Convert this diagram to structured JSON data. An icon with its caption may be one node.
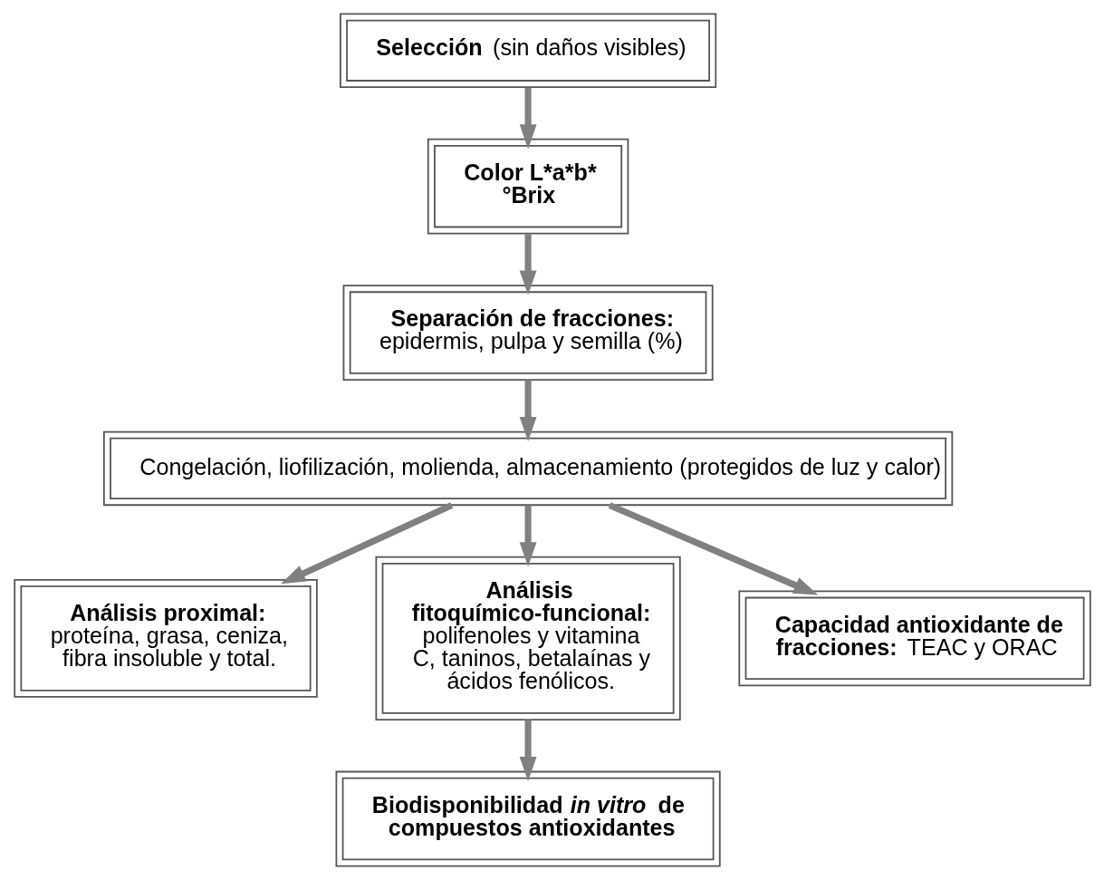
{
  "diagram": {
    "nodes": [
      {
        "text": [
          "**Selección** (sin daños visibles)"
        ]
      },
      {
        "text": [
          "Color L*a*b*",
          "°Brix"
        ]
      },
      {
        "text": [
          "**Separación de fracciones:**",
          "epidermis, pulpa y semilla (%)"
        ]
      },
      {
        "text": [
          "Congelación, liofilización, molienda, almacenamiento (protegidos de luz y calor)"
        ]
      },
      {
        "text": [
          "**Análisis proximal:** proteína, grasa, ceniza, fibra insoluble y total."
        ]
      },
      {
        "text": [
          "**Análisis fitoquímico-funcional:** polifenoles y vitamina C, taninos, betalaínas y ácidos fenólicos."
        ]
      },
      {
        "text": [
          "**Capacidad antioxidante de fracciones:** TEAC y ORAC"
        ]
      },
      {
        "text": [
          "**Biodisponibilidad *in vitro* de compuestos antioxidantes**"
        ]
      }
    ],
    "edges": [
      {
        "from": 0,
        "to": 1,
        "arrow": "to"
      },
      {
        "from": 1,
        "to": 2,
        "arrow": "to"
      },
      {
        "from": 2,
        "to": 3,
        "arrow": "to"
      },
      {
        "from": 3,
        "to": 4,
        "arrow": "to"
      },
      {
        "from": 3,
        "to": 5,
        "arrow": "to"
      },
      {
        "from": 3,
        "to": 6,
        "arrow": "to"
      },
      {
        "from": 5,
        "to": 7,
        "arrow": "to"
      }
    ]
  }
}
